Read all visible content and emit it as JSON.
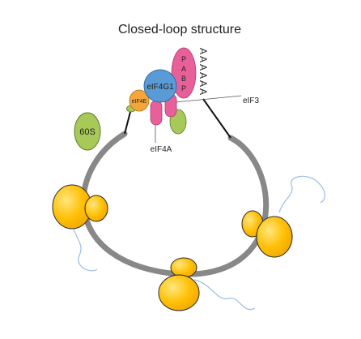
{
  "title": "Closed-loop structure",
  "labels": {
    "pabp": [
      "P",
      "A",
      "B",
      "P"
    ],
    "polya": [
      "A",
      "A",
      "A",
      "A",
      "A",
      "A"
    ],
    "eif4g1": "eIF4G1",
    "eif4e": "eIF4E",
    "eif3": "eIF3",
    "eif4a": "eIF4A",
    "s60": "60S"
  },
  "colors": {
    "loop": "#888888",
    "ribosome": "#ffc107",
    "ribosome_outline": "#2a2a2a",
    "peptide": "#9bbde6",
    "eif4g1": "#5b9bd5",
    "pabp": "#e8609a",
    "eif4e": "#f5a63b",
    "green": "#a7c957"
  }
}
